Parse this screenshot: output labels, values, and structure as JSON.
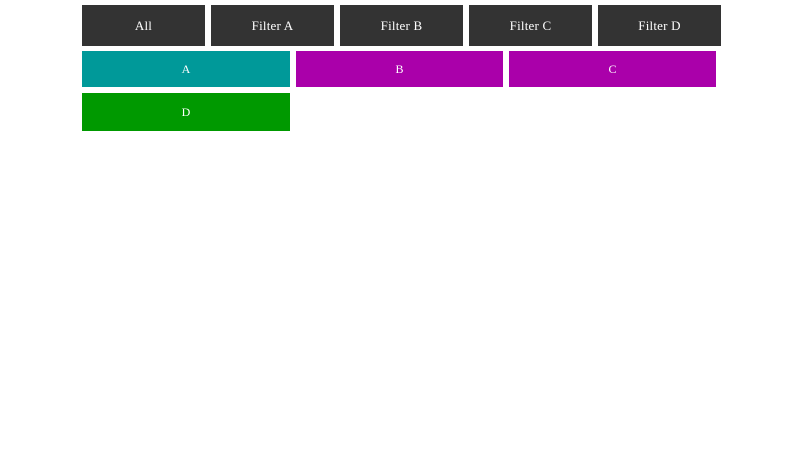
{
  "page": {
    "background": "#ffffff"
  },
  "filter_bar": {
    "name": "filter-bar",
    "button_color": "#333333",
    "button_text_color": "#ffffff",
    "buttons": [
      {
        "label": "All",
        "filter": "all"
      },
      {
        "label": "Filter A",
        "filter": "a"
      },
      {
        "label": "Filter B",
        "filter": "b"
      },
      {
        "label": "Filter C",
        "filter": "c"
      },
      {
        "label": "Filter D",
        "filter": "d"
      }
    ]
  },
  "grid": {
    "name": "item-grid",
    "items": [
      {
        "label": "A",
        "color": "#009999",
        "text_color": "#ffffff"
      },
      {
        "label": "B",
        "color": "#aa00aa",
        "text_color": "#ffffff"
      },
      {
        "label": "C",
        "color": "#aa00aa",
        "text_color": "#ffffff"
      },
      {
        "label": "D",
        "color": "#009900",
        "text_color": "#ffffff"
      }
    ]
  }
}
